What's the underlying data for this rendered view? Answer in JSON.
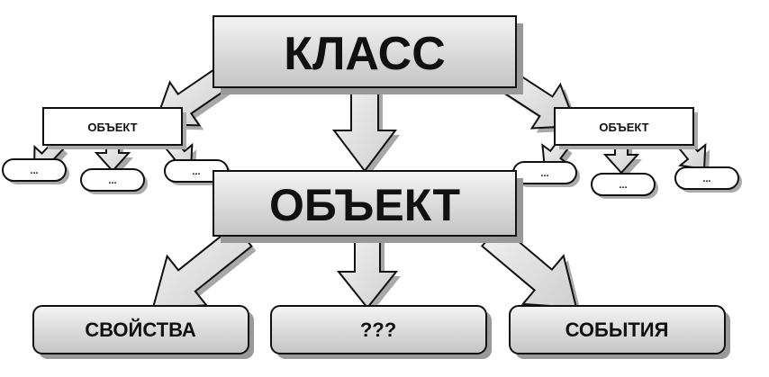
{
  "class_box": {
    "label": "КЛАСС"
  },
  "object_box": {
    "label": "ОБЪЕКТ"
  },
  "left_object": {
    "label": "ОБЪЕКТ",
    "instances": [
      "...",
      "...",
      "..."
    ]
  },
  "right_object": {
    "label": "ОБЪЕКТ",
    "instances": [
      "...",
      "...",
      "..."
    ]
  },
  "members": [
    {
      "label": "СВОЙСТВА"
    },
    {
      "label": "???"
    },
    {
      "label": "СОБЫТИЯ"
    }
  ],
  "colors": {
    "box_top": "#f2f2f2",
    "box_bottom": "#bdbdbd",
    "stroke": "#111111",
    "arrow_fill": "#e4e4e4",
    "shadow": "#9a9a9a"
  }
}
